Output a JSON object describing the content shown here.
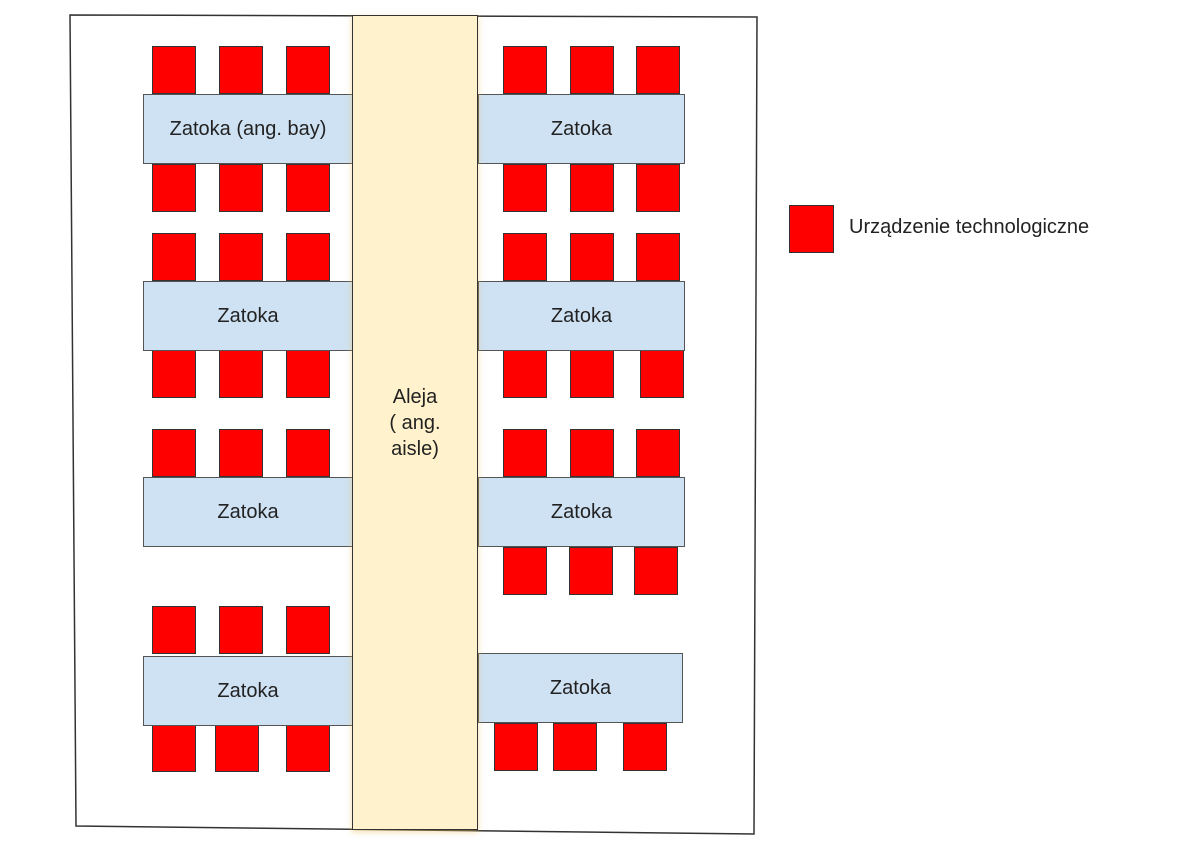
{
  "aisle": {
    "label": "Aleja\n( ang.\naisle)"
  },
  "bays": [
    {
      "label": "Zatoka (ang. bay)"
    },
    {
      "label": "Zatoka"
    },
    {
      "label": "Zatoka"
    },
    {
      "label": "Zatoka"
    },
    {
      "label": "Zatoka"
    },
    {
      "label": "Zatoka"
    },
    {
      "label": "Zatoka"
    },
    {
      "label": "Zatoka"
    }
  ],
  "legend": {
    "label": "Urządzenie technologiczne"
  },
  "colors": {
    "device": "#ff0000",
    "bay": "#cfe2f3",
    "aisle": "#fff2cc"
  }
}
